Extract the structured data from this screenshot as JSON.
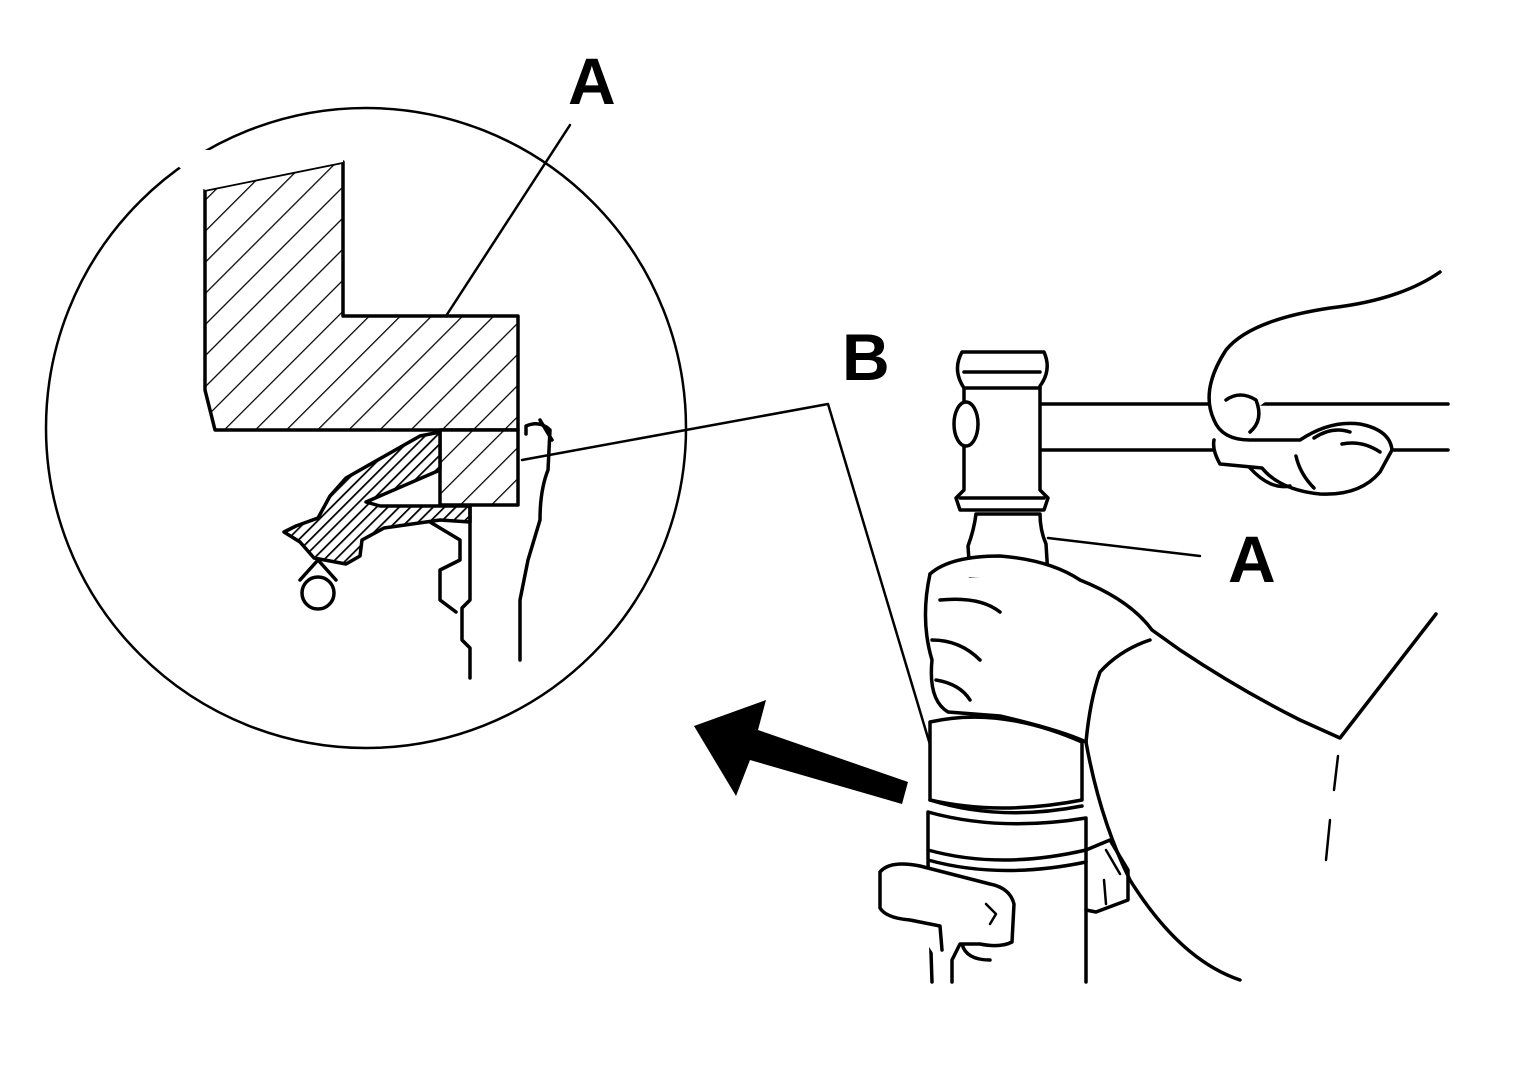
{
  "labels": {
    "callout_a_detail": "A",
    "callout_b": "B",
    "callout_a_tool": "A"
  }
}
